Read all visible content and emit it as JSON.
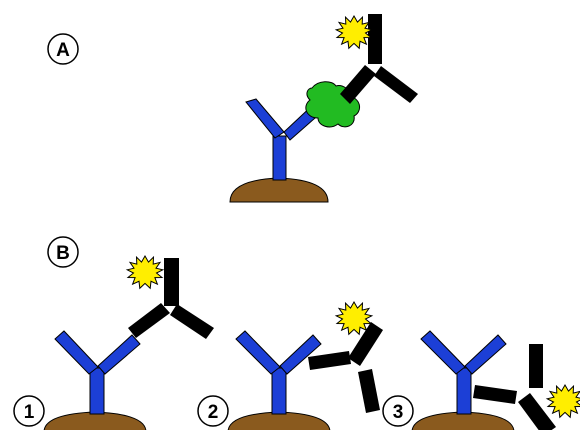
{
  "panels": {
    "a": {
      "label": "A"
    },
    "b": {
      "label": "B"
    }
  },
  "scenarios": [
    {
      "number": "1"
    },
    {
      "number": "2"
    },
    {
      "number": "3"
    }
  ],
  "colors": {
    "capture_antibody": "#1c3fd6",
    "detection_antibody": "#000000",
    "antigen": "#22bb22",
    "surface": "#8a5a1e",
    "label_star_fill": "#ffee00",
    "label_star_outline": "#000000"
  },
  "icons": {
    "label": "star-burst-icon"
  }
}
